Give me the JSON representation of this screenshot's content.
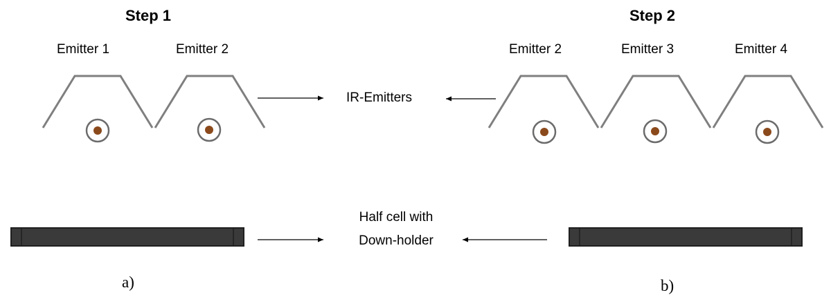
{
  "step_a": {
    "title": "Step 1",
    "emitters": [
      "Emitter 1",
      "Emitter 2"
    ],
    "sublabel": "a)"
  },
  "step_b": {
    "title": "Step 2",
    "emitters": [
      "Emitter 2",
      "Emitter 3",
      "Emitter 4"
    ],
    "sublabel": "b)"
  },
  "labels": {
    "ir_emitters": "IR-Emitters",
    "half_cell_line1": "Half cell with",
    "half_cell_line2": "Down-holder"
  },
  "colors": {
    "reflector": "#7f7f7f",
    "lamp_ring": "#6b6b6b",
    "lamp_core": "#8b4a1c",
    "cell_fill": "#3a3a3a",
    "cell_edge": "#1f1f1f"
  }
}
